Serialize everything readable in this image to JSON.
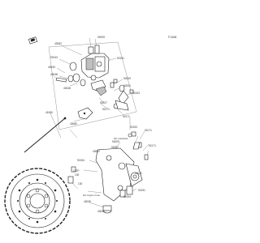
{
  "diagram": {
    "code": "F1308",
    "colors": {
      "line": "#666666",
      "part": "#222222",
      "background": "#ffffff"
    },
    "part_numbers": {
      "p43082_top": "43082",
      "p92009_top": "92009",
      "p92043": "92043",
      "p43049": "43049",
      "p43048_a": "43048",
      "p43048_b": "43048",
      "p92151": "92151",
      "p92009_r": "92009",
      "p92001": "92001",
      "p92153": "92153",
      "p92027": "92027",
      "p92171_a": "92171",
      "p92171_b": "92171",
      "p92171_c": "92171",
      "p92153_b": "92153",
      "p41080": "41080",
      "p43080": "43080",
      "p92009_m": "92009",
      "p92081": "92081",
      "p43082_bot": "43082",
      "p92171_d": "92171",
      "p92154": "92154",
      "p132_p": "132P",
      "p92154_b": "92154",
      "p92151_b": "92151",
      "p43039": "43039",
      "p11012": "11012",
      "p43045": "43045",
      "p130_a": "130",
      "p130_b": "130"
    },
    "notes": {
      "ref_handlebar": "Ref. Handlebar",
      "ref_engine_cover": "Ref. Engine Cover"
    }
  }
}
